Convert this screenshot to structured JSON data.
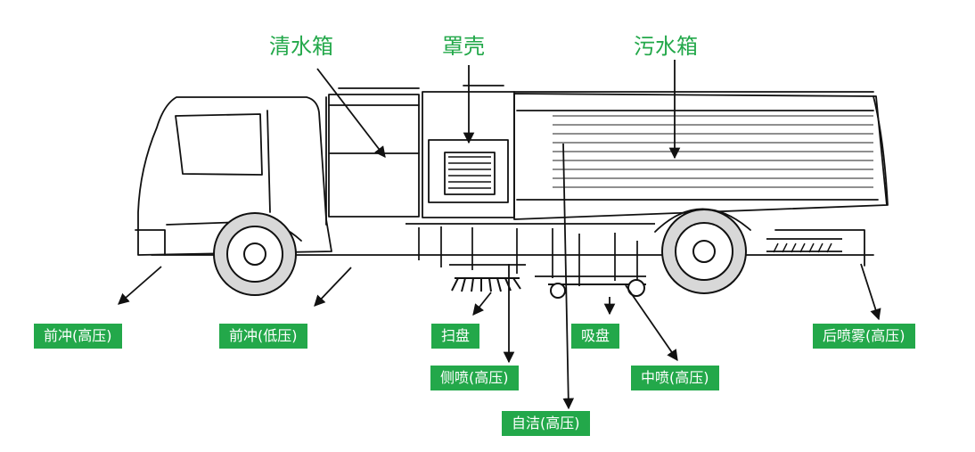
{
  "colors": {
    "accent": "#23a84a",
    "line": "#111111",
    "wheel_fill": "#d8d8d8"
  },
  "labels": {
    "clean_water_tank": "清水箱",
    "cover_shell": "罩壳",
    "waste_water_tank": "污水箱",
    "front_flush_high": "前冲(高压)",
    "front_flush_low": "前冲(低压)",
    "sweep_brush": "扫盘",
    "suction_disc": "吸盘",
    "rear_spray_mist": "后喷雾(高压)",
    "side_spray_high": "侧喷(高压)",
    "middle_spray_high": "中喷(高压)",
    "self_clean_high": "自洁(高压)"
  }
}
